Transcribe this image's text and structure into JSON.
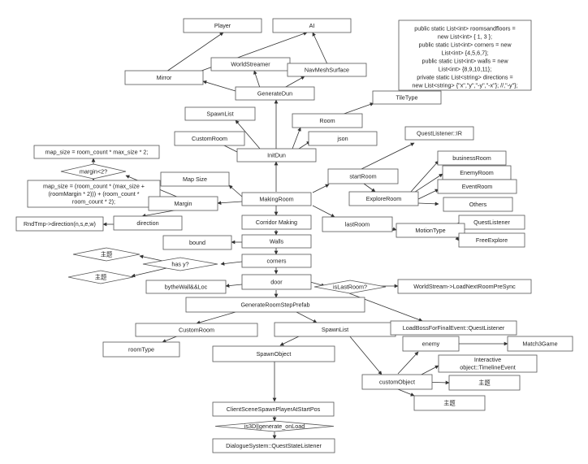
{
  "nodes": {
    "player": "Player",
    "ai": "AI",
    "code_block": [
      "public static List<int> roomsandfloors =",
      "new List<int> { 1, 3 };",
      "public static List<int> corners = new",
      "List<int> {4,5,6,7};",
      "public static List<int> walls = new",
      "List<int> {8,9,10,11};",
      "private static List<string> directions =",
      "new List<string> {\"x\",\"y\",\"-y\",\"-x\"}; //,\"-y\"};"
    ],
    "mirror": "Mirror",
    "world_streamer": "WorldStreamer",
    "navmesh_surface": "NavMeshSurface",
    "generate_dun": "GenerateDun",
    "tile_type": "TileType",
    "spawn_list_top": "SpawnList",
    "room": "Room",
    "quest_listener_ir": "QuestListener::IR",
    "custom_room_top": "CustomRoom",
    "json": "json",
    "init_dun": "InitDun",
    "business_room": "businessRoom",
    "map_size_formula": "map_size = room_count * max_size * 2;",
    "enemy_room": "EnemyRoom",
    "margin_cond": "margin<2?",
    "map_size": "Map Size",
    "start_room": "startRoom",
    "event_room": "EventRoom",
    "map_size_formula2": [
      "map_size = (room_count * (max_size +",
      "(roomMargin * 2))) + (room_count *",
      "room_count * 2);"
    ],
    "explore_room": "ExploreRoom",
    "margin": "Margin",
    "making_room": "MakingRoom",
    "others": "Others",
    "rnd_tmp": "RndTmp->direction(n,s,e,w)",
    "direction": "direction",
    "corridor_making": "Corridor Making",
    "last_room": "lastRoom",
    "quest_listener": "QuestListener",
    "motion_type": "MotionType",
    "bound": "bound",
    "walls": "Walls",
    "free_explore": "FreeExplore",
    "zhuti1": "主题",
    "has_y": "has y?",
    "corners": "corners",
    "zhuti2": "主题",
    "by_the_wall": "bytheWall&&Loc",
    "door": "door",
    "is_last_room": "isLastRoom?",
    "world_stream_load": "WorldStream->LoadNextRoomPreSync",
    "generate_room_step_prefab": "GenerateRoomStepPrefab",
    "custom_room_bottom": "CustomRoom",
    "spawn_list_bottom": "SpawnList",
    "load_boss": "LoadBossForFinalEvent::QuestListener",
    "room_type": "roomType",
    "spawn_object": "SpawnObject",
    "enemy": "enemy",
    "match3game": "Match3Game",
    "interactive": [
      "Interactive",
      "object::TimelineEvent"
    ],
    "custom_object": "customObject",
    "zhuti3": "主题",
    "zhuti4": "主题",
    "client_scene_spawn": "ClientSceneSpawnPlayerAtStartPos",
    "is3d": "is3D||generate_onLoad",
    "dialogue_system": "DialogueSystem::QuestStateListener"
  }
}
